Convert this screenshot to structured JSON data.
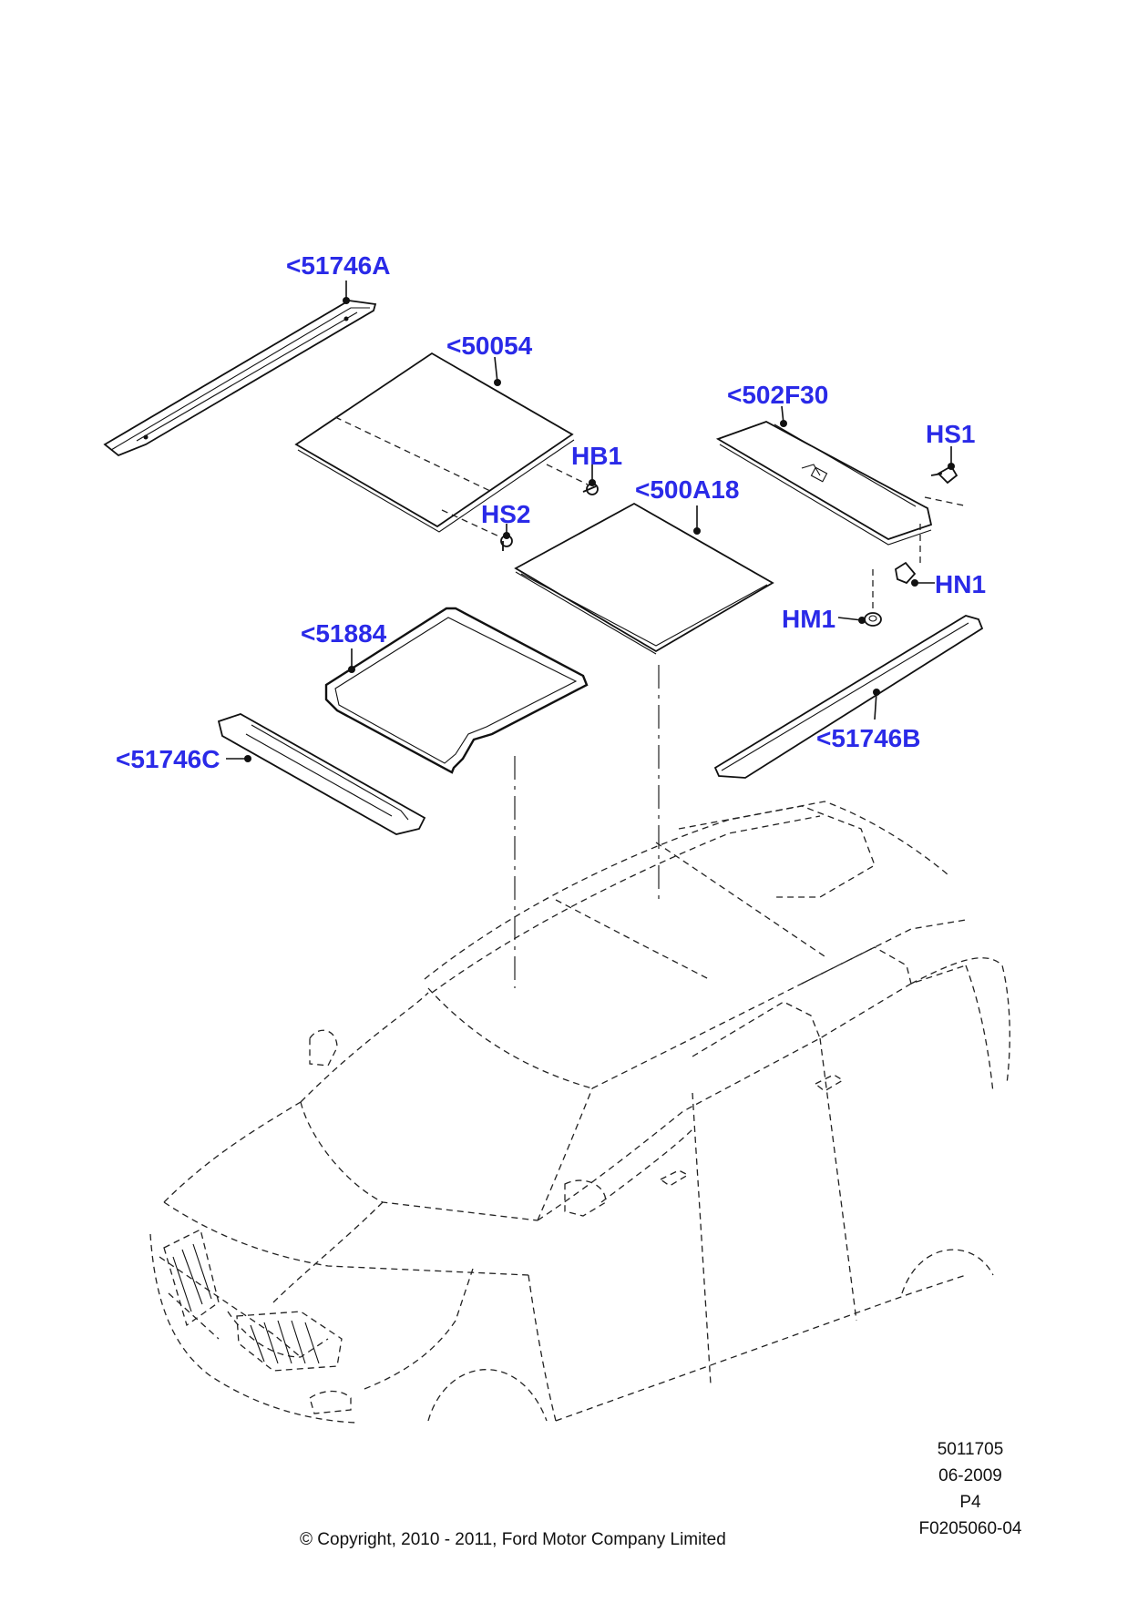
{
  "callouts": [
    {
      "id": "51746A",
      "text": "<51746A"
    },
    {
      "id": "50054",
      "text": "<50054"
    },
    {
      "id": "502F30",
      "text": "<502F30"
    },
    {
      "id": "HS1",
      "text": "HS1"
    },
    {
      "id": "HB1",
      "text": "HB1"
    },
    {
      "id": "500A18",
      "text": "<500A18"
    },
    {
      "id": "HS2",
      "text": "HS2"
    },
    {
      "id": "HN1",
      "text": "HN1"
    },
    {
      "id": "HM1",
      "text": "HM1"
    },
    {
      "id": "51884",
      "text": "<51884"
    },
    {
      "id": "51746B",
      "text": "<51746B"
    },
    {
      "id": "51746C",
      "text": "<51746C"
    }
  ],
  "meta": {
    "ref": "5011705",
    "date": "06-2009",
    "page": "P4",
    "figure": "F0205060-04"
  },
  "copyright": "© Copyright, 2010 - 2011, Ford Motor Company Limited",
  "colors": {
    "callout": "#2a2ae8",
    "line": "#111111",
    "background": "#ffffff"
  }
}
